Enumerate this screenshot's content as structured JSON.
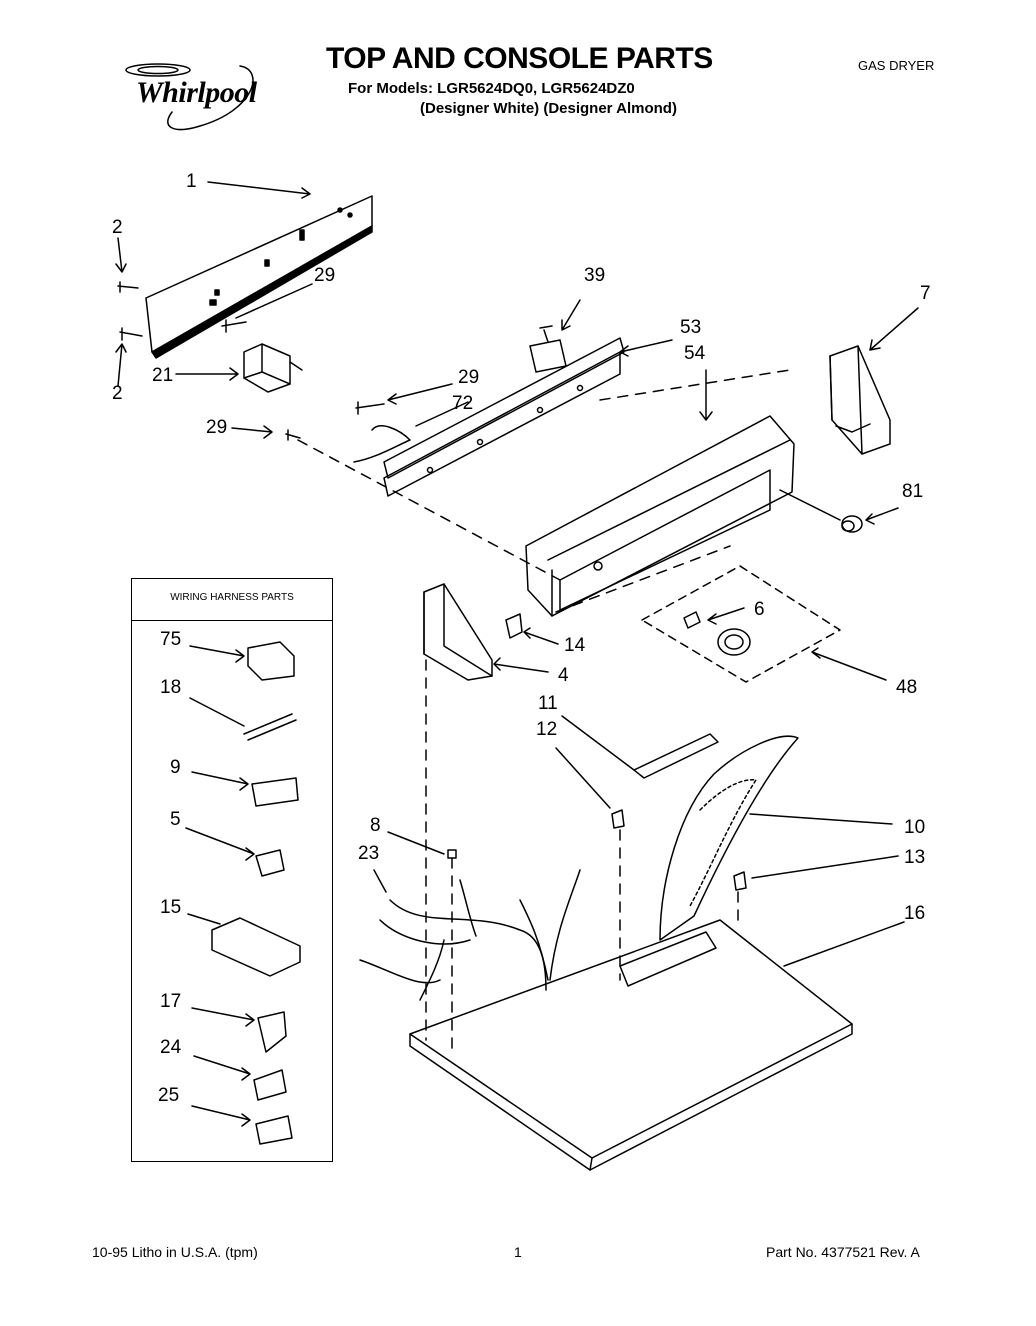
{
  "header": {
    "brand": "Whirlpool",
    "title": "TOP AND CONSOLE PARTS",
    "models": "For Models: LGR5624DQ0, LGR5624DZ0",
    "colors": "(Designer White) (Designer Almond)",
    "doc_type": "GAS DRYER"
  },
  "harness_box": {
    "title": "WIRING HARNESS PARTS"
  },
  "callouts": {
    "c1": "1",
    "c2a": "2",
    "c2b": "2",
    "c29a": "29",
    "c21": "21",
    "c29b": "29",
    "c72": "72",
    "c29c": "29",
    "c39": "39",
    "c53": "53",
    "c54": "54",
    "c7": "7",
    "c81": "81",
    "c6": "6",
    "c48": "48",
    "c14": "14",
    "c4": "4",
    "c11": "11",
    "c12": "12",
    "c10": "10",
    "c13": "13",
    "c16": "16",
    "c8": "8",
    "c23": "23",
    "c75": "75",
    "c18": "18",
    "c9": "9",
    "c5": "5",
    "c15": "15",
    "c17": "17",
    "c24": "24",
    "c25": "25"
  },
  "footer": {
    "left": "10-95 Litho in U.S.A. (tpm)",
    "page": "1",
    "right": "Part No. 4377521 Rev. A"
  }
}
